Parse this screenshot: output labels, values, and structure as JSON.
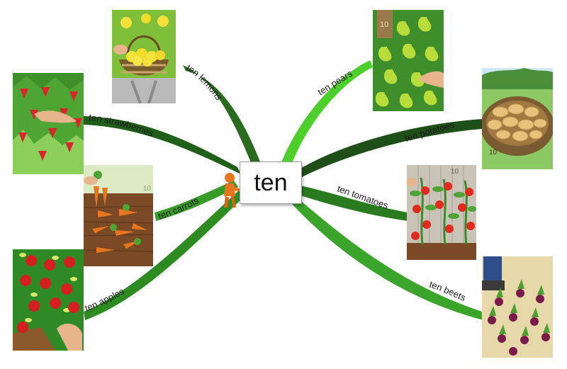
{
  "center": {
    "title": "ten"
  },
  "branches": {
    "lemons": "ten lemons",
    "strawberries": "ten strawberries",
    "carrots": "ten carrots",
    "apples": "ten apples",
    "pears": "ten pears",
    "potatoes": "ten potatoes",
    "tomatoes": "ten tomatoes",
    "beets": "ten beets"
  },
  "picture_marks": {
    "number": "10"
  },
  "colors": {
    "branch_dark": "#1f5f1a",
    "branch_mid": "#2e8b22",
    "branch_light": "#4ccf2a",
    "accent": "#e8761e"
  }
}
